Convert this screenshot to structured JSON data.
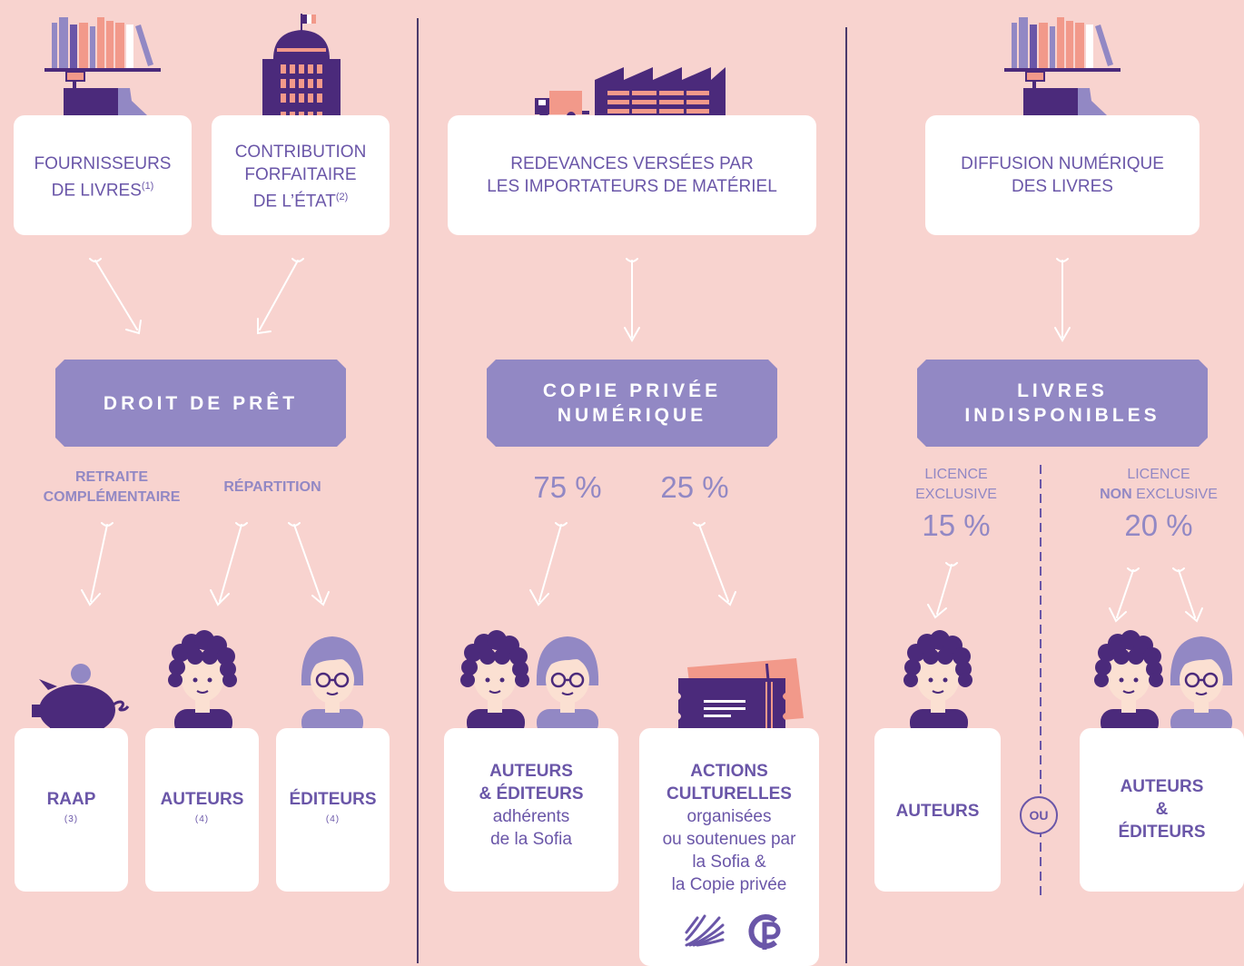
{
  "columns": [
    {
      "sources": [
        {
          "text": "FOURNISSEURS DE LIVRES",
          "line1": "FOURNISSEURS",
          "line2": "DE LIVRES",
          "note": "(1)",
          "icon": "bookshelf-icon"
        },
        {
          "text": "CONTRIBUTION FORFAITAIRE DE L’ÉTAT",
          "line1": "CONTRIBUTION",
          "line2": "FORFAITAIRE",
          "line3": "DE L’ÉTAT",
          "note": "(2)",
          "icon": "government-building-icon"
        }
      ],
      "heading": {
        "line1": "DROIT DE PRÊT"
      },
      "sub_labels": [
        {
          "line1": "RETRAITE",
          "line2": "COMPLÉMENTAIRE"
        },
        {
          "line1": "RÉPARTITION"
        }
      ],
      "targets": [
        {
          "label": "RAAP",
          "note": "(3)",
          "icon": "piggy-bank-icon"
        },
        {
          "label": "AUTEURS",
          "note": "(4)",
          "icon": "author-icon"
        },
        {
          "label": "ÉDITEURS",
          "note": "(4)",
          "icon": "publisher-icon"
        }
      ]
    },
    {
      "sources": [
        {
          "line1": "REDEVANCES VERSÉES PAR",
          "line2": "LES IMPORTATEURS DE MATÉRIEL",
          "icon": "factory-truck-icon"
        }
      ],
      "heading": {
        "line1": "COPIE PRIVÉE",
        "line2": "NUMÉRIQUE"
      },
      "percentages": [
        "75 %",
        "25 %"
      ],
      "targets": [
        {
          "line1": "AUTEURS",
          "line2": "& ÉDITEURS",
          "line3": "adhérents",
          "line4": "de la Sofia",
          "icon": "author-publisher-icon"
        },
        {
          "line1": "ACTIONS",
          "line2": "CULTURELLES",
          "line3": "organisées",
          "line4": "ou soutenues par",
          "line5": "la Sofia &",
          "line6": "la Copie privée",
          "icon": "tickets-icon",
          "logos": [
            "sofia-logo-icon",
            "copie-privee-logo-icon"
          ]
        }
      ]
    },
    {
      "sources": [
        {
          "line1": "DIFFUSION NUMÉRIQUE",
          "line2": "DES LIVRES",
          "icon": "bookshelf-icon"
        }
      ],
      "heading": {
        "line1": "LIVRES",
        "line2": "INDISPONIBLES"
      },
      "licences": [
        {
          "line1": "LICENCE",
          "line2": "EXCLUSIVE",
          "pct": "15 %"
        },
        {
          "line1": "LICENCE",
          "line2_bold": "NON",
          "line2_rest": " EXCLUSIVE",
          "pct": "20 %"
        }
      ],
      "or_label": "OU",
      "targets": [
        {
          "label": "AUTEURS",
          "icon": "author-icon"
        },
        {
          "line1": "AUTEURS",
          "line2": "&",
          "line3": "ÉDITEURS",
          "icon": "author-publisher-icon"
        }
      ]
    }
  ],
  "colors": {
    "background": "#f8d3cf",
    "purple_dark": "#4b2a7b",
    "purple_light": "#9288c4",
    "text_purple": "#6a56a8",
    "salmon": "#f2998a",
    "skin": "#fbe0d2"
  }
}
